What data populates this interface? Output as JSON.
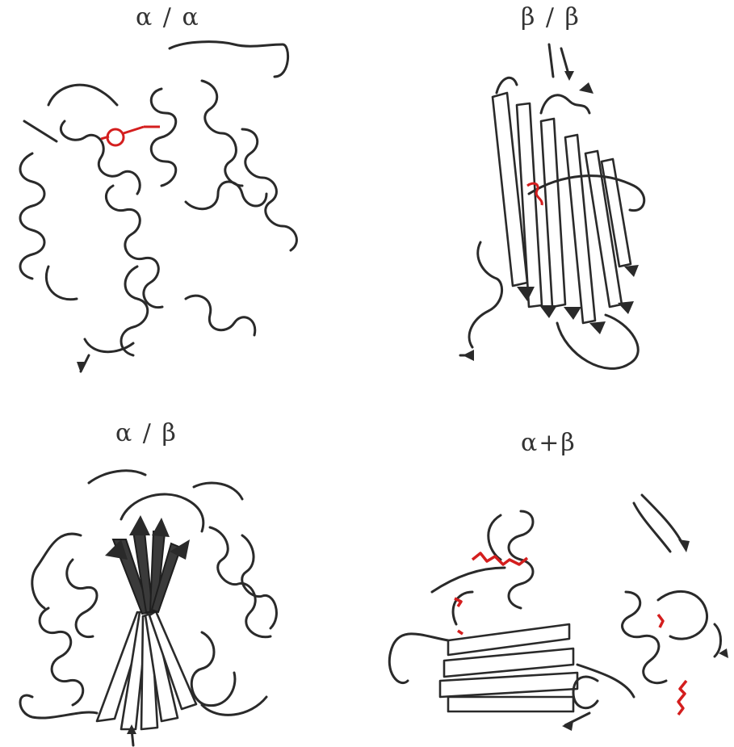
{
  "panels": [
    {
      "id": "alpha-alpha",
      "label": "α / α",
      "highlight_color": "#d41e1e"
    },
    {
      "id": "beta-beta",
      "label": "β / β",
      "highlight_color": "#d41e1e"
    },
    {
      "id": "alpha-beta",
      "label": "α / β"
    },
    {
      "id": "alpha-plus-beta",
      "label": "α+β",
      "highlight_color": "#d41e1e"
    }
  ],
  "colors": {
    "line": "#2a2a2a",
    "highlight": "#d41e1e",
    "background": "#ffffff"
  }
}
